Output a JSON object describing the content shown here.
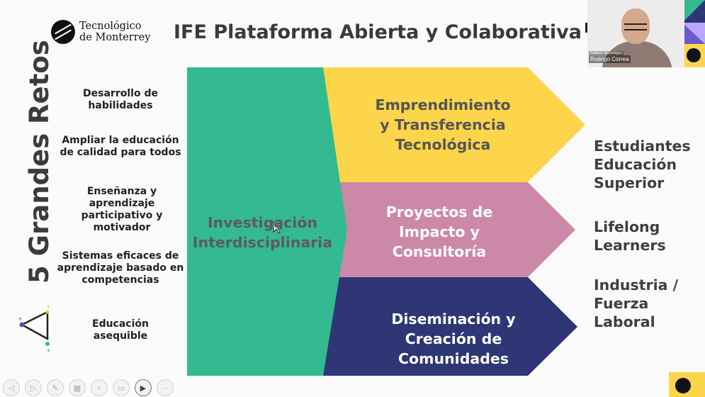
{
  "logo": {
    "line1": "Tecnológico",
    "line2": "de Monterrey"
  },
  "title": "IFE Plataforma Abierta y Colaborativa",
  "vertical_label": "5 Grandes Retos",
  "challenges": [
    {
      "l1": "Desarrollo de",
      "l2": "habilidades"
    },
    {
      "l1": "Ampliar la educación",
      "l2": "de calidad para todos"
    },
    {
      "l1": "Enseñanza y aprendizaje",
      "l2": "participativo y motivador"
    },
    {
      "l1": "Sistemas eficaces de",
      "l2": "aprendizaje basado en",
      "l3": "competencias"
    },
    {
      "l1": "Educación",
      "l2": "asequible"
    }
  ],
  "center_block": {
    "l1": "Investigación",
    "l2": "Interdisciplinaria"
  },
  "arrows": [
    {
      "l1": "Emprendimiento",
      "l2": "y Transferencia",
      "l3": "Tecnológica",
      "color": "#fcd54a"
    },
    {
      "l1": "Proyectos de",
      "l2": "Impacto y",
      "l3": "Consultoría",
      "color": "#cc88a9"
    },
    {
      "l1": "Diseminación y",
      "l2": "Creación de",
      "l3": "Comunidades",
      "color": "#2e3675"
    }
  ],
  "audiences": [
    {
      "l1": "Estudiantes",
      "l2": "Educación",
      "l3": "Superior"
    },
    {
      "l1": "Lifelong",
      "l2": "Learners"
    },
    {
      "l1": "Industria /",
      "l2": "Fuerza Laboral"
    }
  ],
  "video": {
    "participant_name": "Rodrigo Correa",
    "institution": "Instituto Tecnológico"
  },
  "colors": {
    "green": "#33ba90",
    "yellow": "#fcd54a",
    "pink": "#cc88a9",
    "navy": "#2e3675"
  },
  "toolbar": [
    {
      "icon": "prev-slide-icon",
      "glyph": "◁"
    },
    {
      "icon": "next-slide-icon",
      "glyph": "▷"
    },
    {
      "icon": "pen-icon",
      "glyph": "✎"
    },
    {
      "icon": "slides-grid-icon",
      "glyph": "▦"
    },
    {
      "icon": "zoom-icon",
      "glyph": "⌕"
    },
    {
      "icon": "subtitles-icon",
      "glyph": "▭"
    },
    {
      "icon": "camera-icon",
      "glyph": "▶"
    },
    {
      "icon": "more-options-icon",
      "glyph": "⋯"
    }
  ]
}
